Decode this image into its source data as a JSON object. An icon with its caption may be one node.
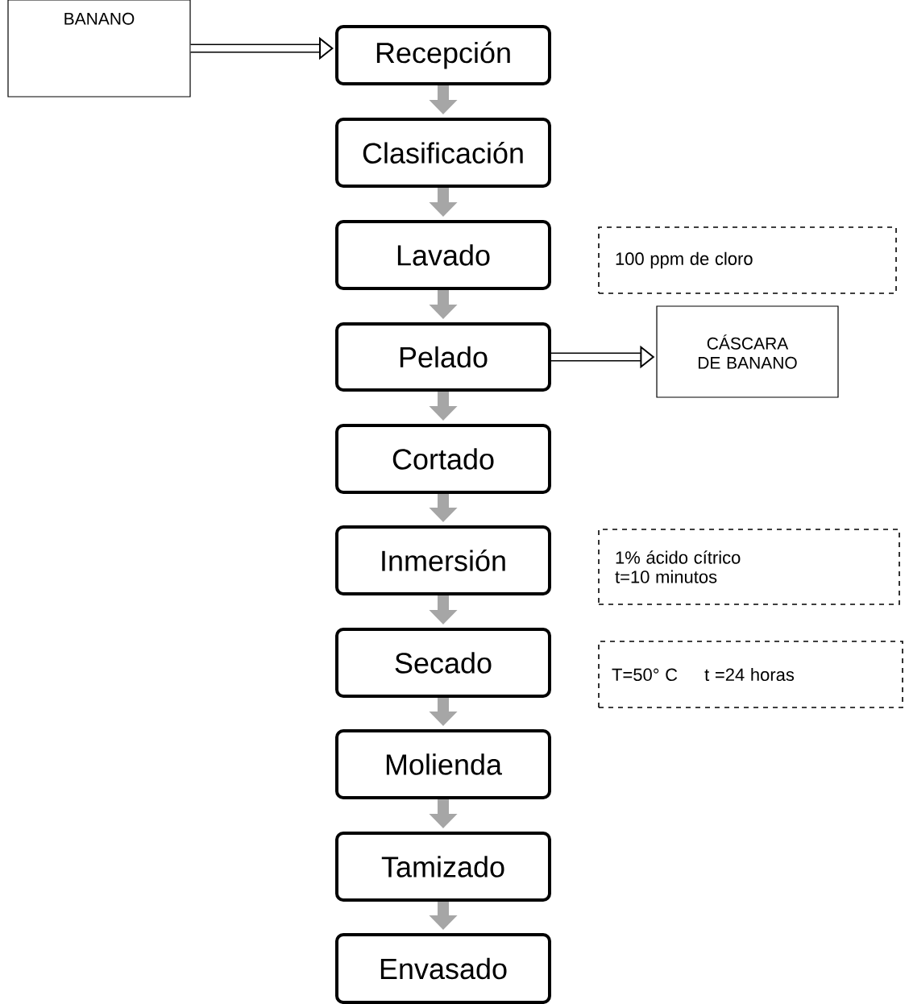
{
  "diagram": {
    "nodes": [
      {
        "text": [
          "BANANO"
        ]
      },
      {
        "text": [
          "Recepción"
        ]
      },
      {
        "text": [
          "Clasificación"
        ]
      },
      {
        "text": [
          "Lavado"
        ]
      },
      {
        "text": [
          "Pelado"
        ]
      },
      {
        "text": [
          "Cortado"
        ]
      },
      {
        "text": [
          "Inmersión"
        ]
      },
      {
        "text": [
          "Secado"
        ]
      },
      {
        "text": [
          "Molienda"
        ]
      },
      {
        "text": [
          "Tamizado"
        ]
      },
      {
        "text": [
          "Envasado"
        ]
      },
      {
        "text": [
          "100 ppm de cloro"
        ]
      },
      {
        "text": [
          "CÁSCARA DE BANANO"
        ]
      },
      {
        "text": [
          "1% ácido cítrico",
          "t=10 minutos"
        ]
      },
      {
        "text": [
          "T=50° C",
          "t =24 horas"
        ]
      }
    ],
    "edges": [
      {
        "from": 0,
        "to": 1,
        "arrow": "to",
        "color": "#000000"
      },
      {
        "from": 1,
        "to": 2,
        "arrow": "to"
      },
      {
        "from": 2,
        "to": 3,
        "arrow": "to"
      },
      {
        "from": 3,
        "to": 4,
        "arrow": "to"
      },
      {
        "from": 4,
        "to": 5,
        "arrow": "to"
      },
      {
        "from": 4,
        "to": 12,
        "arrow": "to",
        "color": "#000000"
      },
      {
        "from": 5,
        "to": 6,
        "arrow": "to"
      },
      {
        "from": 6,
        "to": 7,
        "arrow": "to"
      },
      {
        "from": 7,
        "to": 8,
        "arrow": "to"
      },
      {
        "from": 8,
        "to": 9,
        "arrow": "to"
      },
      {
        "from": 9,
        "to": 10,
        "arrow": "to"
      }
    ]
  }
}
